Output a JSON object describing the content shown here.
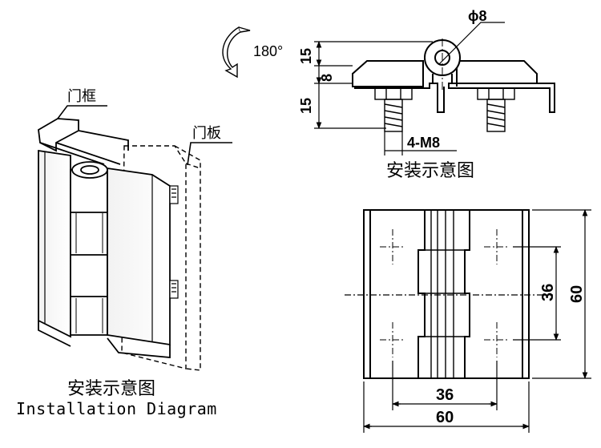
{
  "labels": {
    "door_frame": "门框",
    "door_panel": "门板",
    "rotation": "180°"
  },
  "captions": {
    "installation_cn_top": "安装示意图",
    "installation_cn_bottom": "安装示意图",
    "installation_en": "Installation Diagram"
  },
  "side_view_dims": {
    "hole_dia": "ϕ8",
    "height_top": "15",
    "height_mid": "8",
    "height_bottom": "15",
    "bolt_spec": "4-M8"
  },
  "front_view_dims": {
    "hole_spacing_v": "36",
    "total_height": "60",
    "hole_spacing_h": "36",
    "total_width": "60"
  }
}
